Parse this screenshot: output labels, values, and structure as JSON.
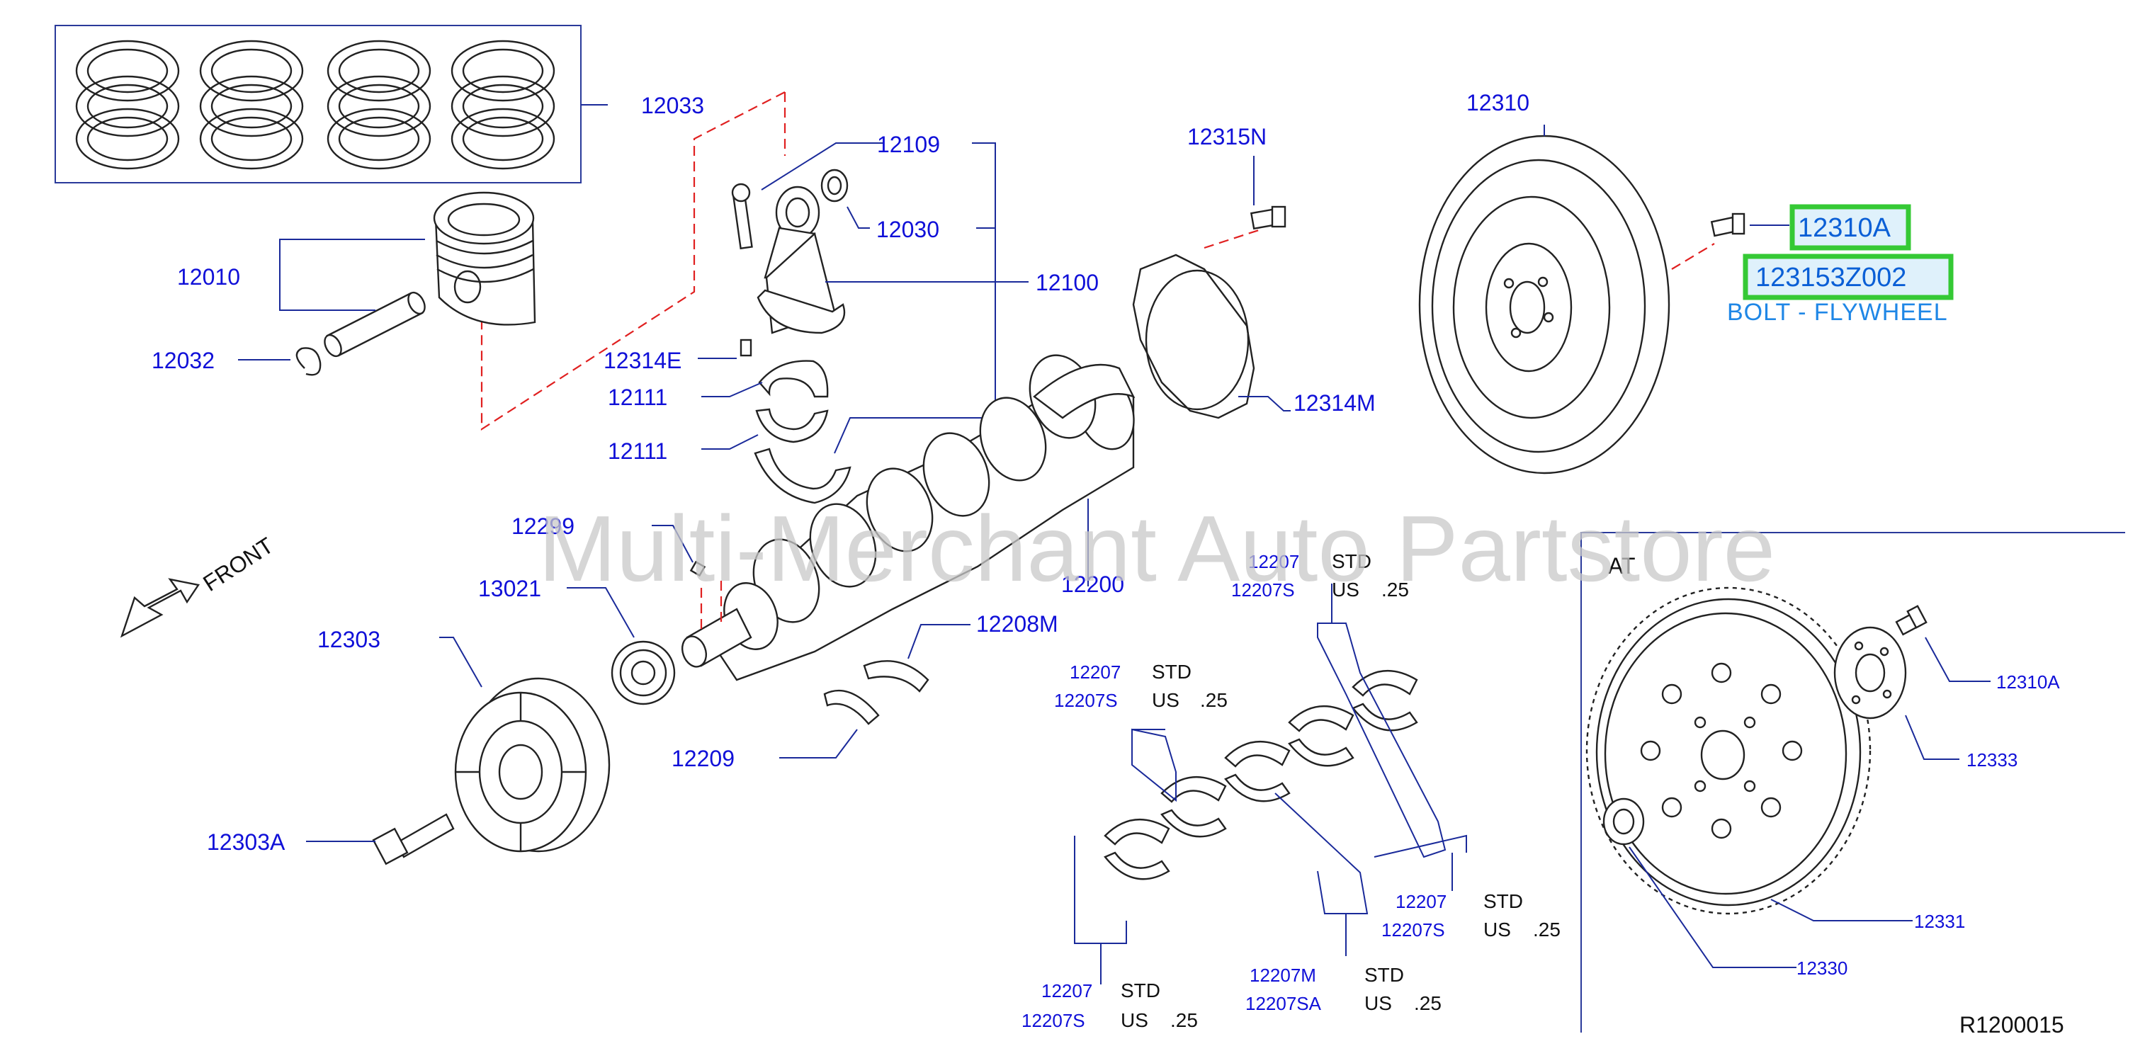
{
  "diagram": {
    "code": "R1200015",
    "watermark": "Multi-Merchant Auto Partstore",
    "front_label": "FRONT",
    "at_label": "AT",
    "highlight": {
      "part_a": "12310A",
      "part_b": "123153Z002",
      "description": "BOLT - FLYWHEEL"
    },
    "parts": {
      "p12033": "12033",
      "p12109": "12109",
      "p12030": "12030",
      "p12010": "12010",
      "p12100": "12100",
      "p12032": "12032",
      "p12314E": "12314E",
      "p12111a": "12111",
      "p12111b": "12111",
      "p12315N": "12315N",
      "p12310": "12310",
      "p12314M": "12314M",
      "p12299": "12299",
      "p13021": "13021",
      "p12200": "12200",
      "p12208M": "12208M",
      "p12303": "12303",
      "p12209": "12209",
      "p12303A": "12303A",
      "p12310A_at": "12310A",
      "p12333": "12333",
      "p12331": "12331",
      "p12330": "12330"
    },
    "bearing_groups": [
      {
        "code": "12207",
        "alt": "12207S",
        "std": "STD",
        "us": "US",
        "size": ".25"
      },
      {
        "code": "12207",
        "alt": "12207S",
        "std": "STD",
        "us": "US",
        "size": ".25"
      },
      {
        "code": "12207",
        "alt": "12207S",
        "std": "STD",
        "us": "US",
        "size": ".25"
      },
      {
        "code": "12207",
        "alt": "12207S",
        "std": "STD",
        "us": "US",
        "size": ".25"
      },
      {
        "code": "12207M",
        "alt": "12207SA",
        "std": "STD",
        "us": "US",
        "size": ".25"
      }
    ]
  }
}
